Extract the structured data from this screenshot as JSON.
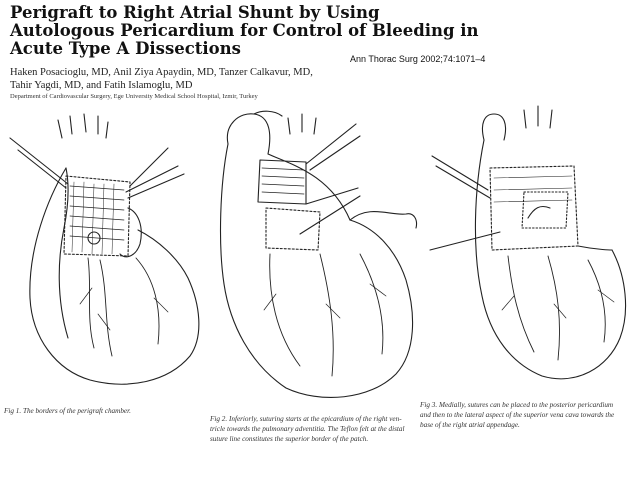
{
  "title": {
    "lines": [
      "Perigraft to Right Atrial Shunt by Using",
      "Autologous Pericardium for Control of Bleeding in",
      "Acute Type A Dissections"
    ]
  },
  "citation": "Ann Thorac Surg 2002;74:1071–4",
  "authors": {
    "lines": [
      "Haken Posacioglu, MD, Anil Ziya Apaydin, MD, Tanzer Calkavur, MD,",
      "Tahir Yagdi, MD, and Fatih Islamoglu, MD"
    ]
  },
  "department": "Department of Cardiovascular Surgery, Ege University Medical School Hospital, Izmir, Turkey",
  "figures": [
    {
      "caption_lines": [
        "Fig 1. The borders of the perigraft chamber."
      ]
    },
    {
      "caption_lines": [
        "Fig 2. Inferiorly, suturing starts at the epicardium of the right ven-",
        "tricle towards the pulmonary adventitia. The Teflon felt at the distal",
        "suture line constitutes the superior border of the patch."
      ]
    },
    {
      "caption_lines": [
        "Fig 3. Medially, sutures can be placed to the posterior pericardium",
        "and then to the lateral aspect of the superior vena cava towards the",
        "base of the right atrial appendage."
      ]
    }
  ]
}
